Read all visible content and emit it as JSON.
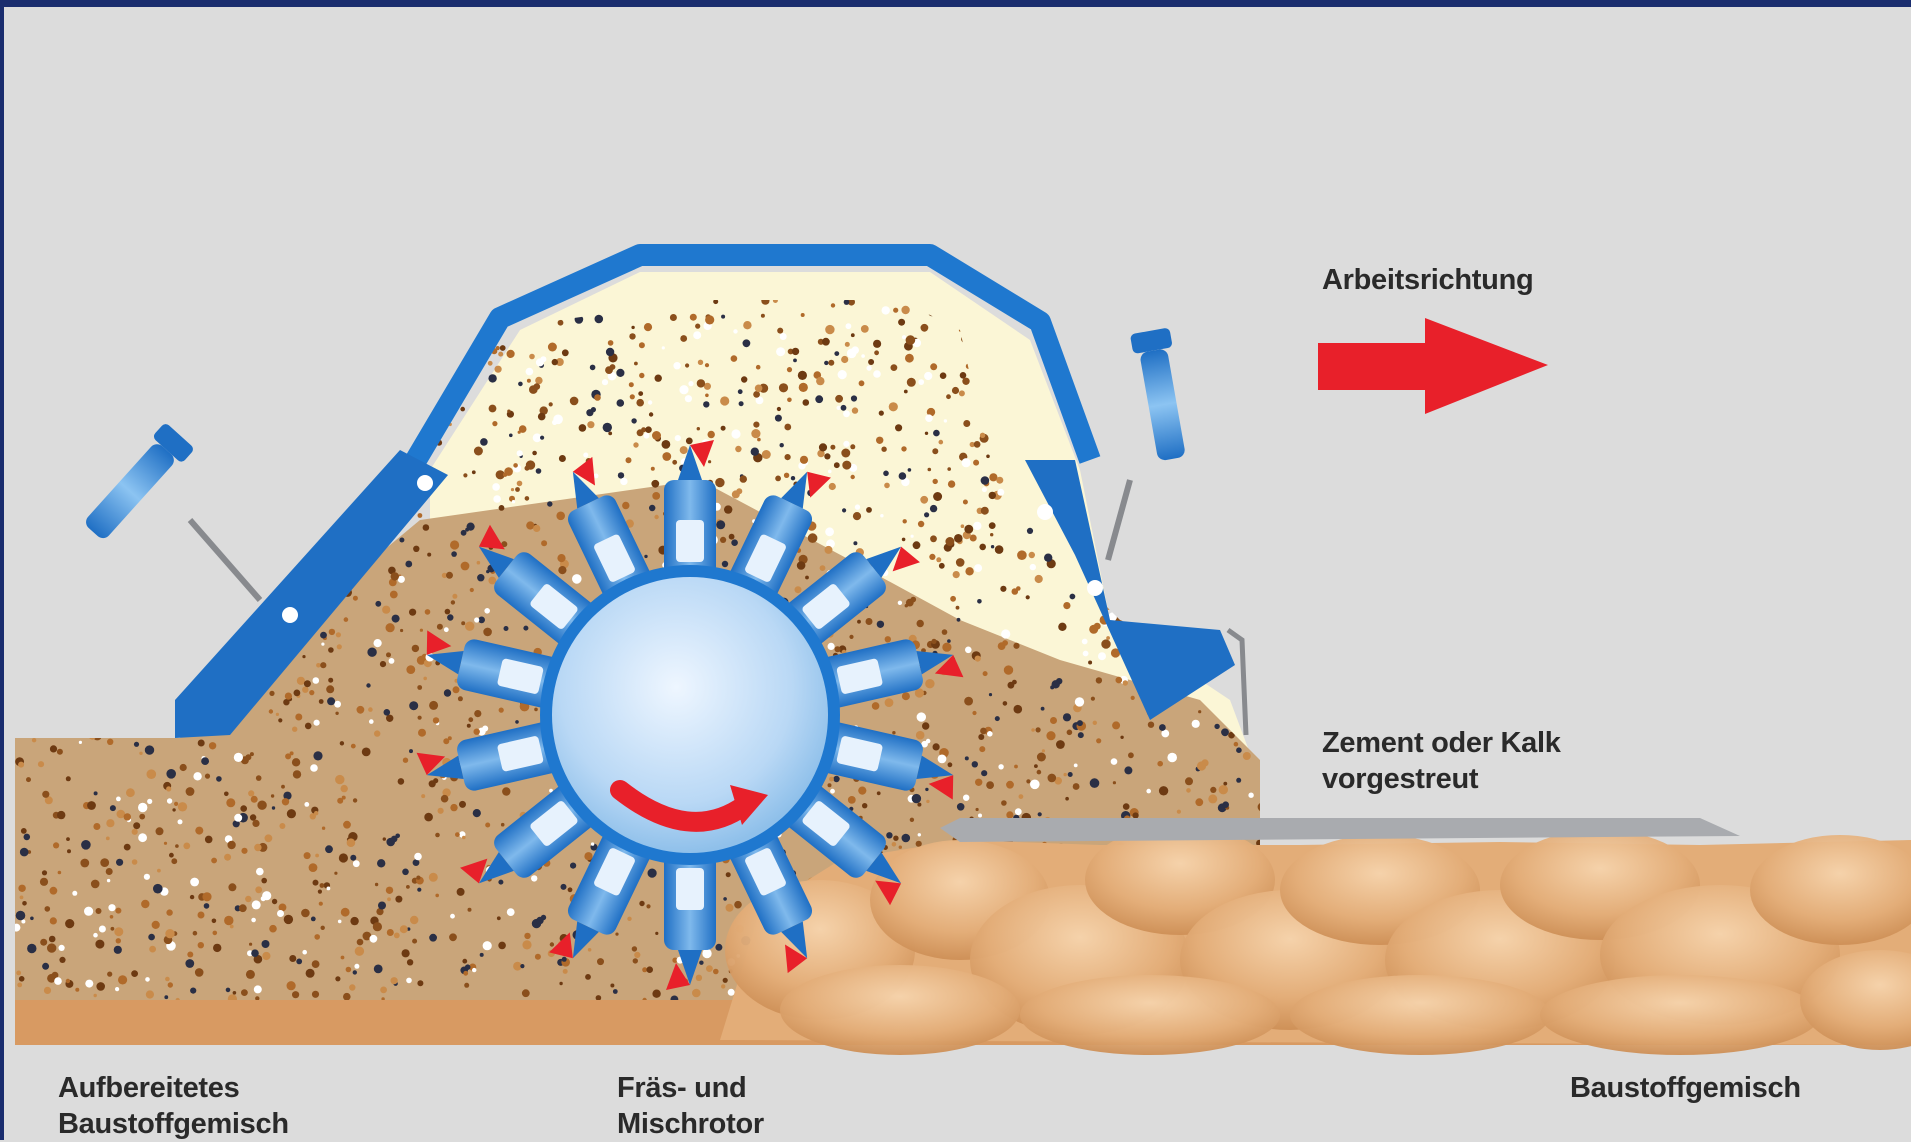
{
  "colors": {
    "frame_blue": "#1a2d6e",
    "background": "#dcdcdc",
    "housing_blue": "#1f78cf",
    "arrow_red": "#e8202a",
    "cream": "#fbf6d6",
    "soil": "#d9a06e",
    "binder_layer": "#a9abaf",
    "mixed_material": "#c89c6c"
  },
  "icons": {
    "direction_arrow": "arrow-right-icon",
    "rotation_arrow": "curved-arrow-icon",
    "rotor": "milling-rotor-icon",
    "nozzle": "spray-nozzle-icon"
  },
  "labels": {
    "working_direction": "Arbeitsrichtung",
    "binder_line1": "Zement oder Kalk",
    "binder_line2": "vorgestreut",
    "processed_line1": "Aufbereitetes",
    "processed_line2": "Baustoffgemisch",
    "rotor_line1": "Fräs- und",
    "rotor_line2": "Mischrotor",
    "raw_material": "Baustoffgemisch"
  }
}
